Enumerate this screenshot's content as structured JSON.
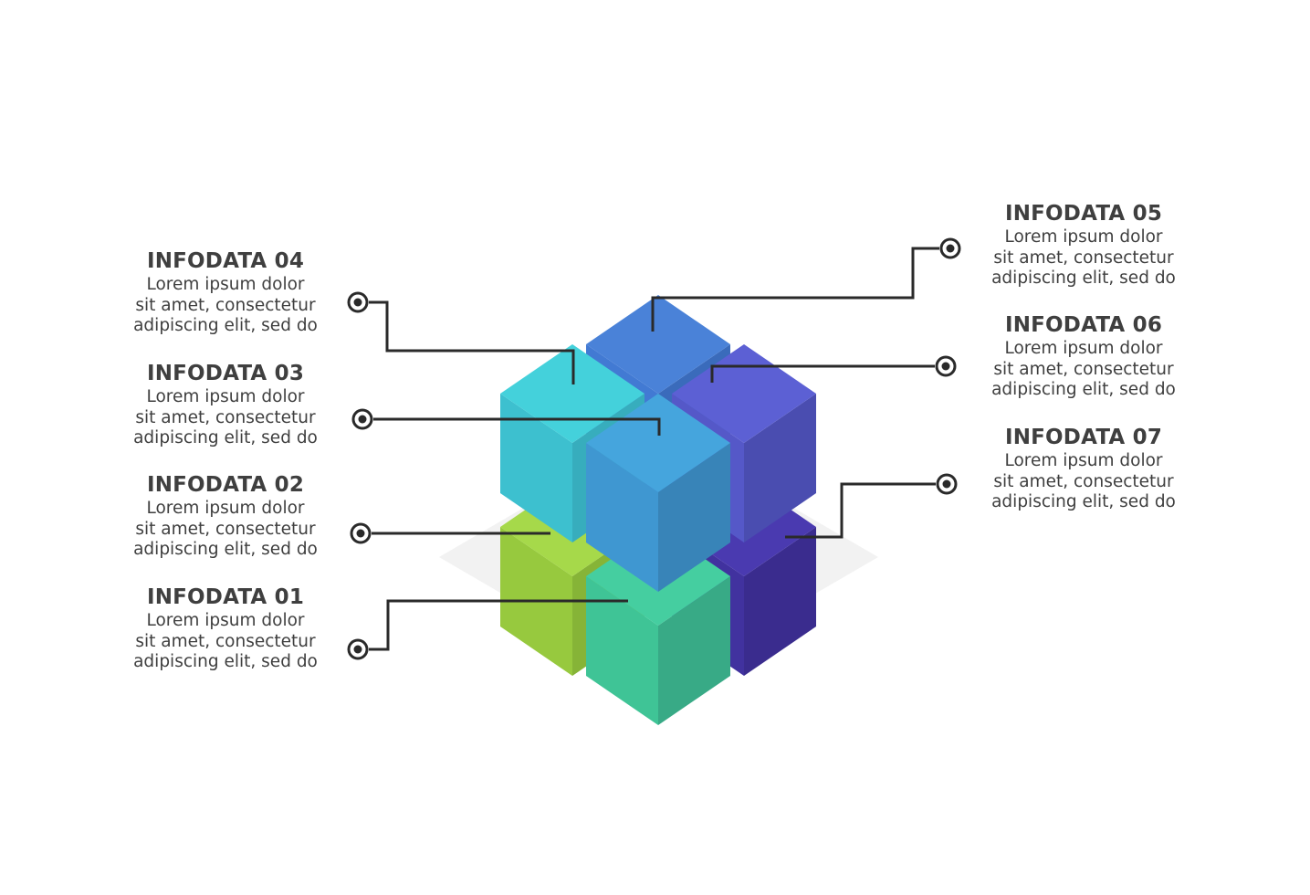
{
  "colors": {
    "background": "#ffffff",
    "text": "#3f3f3f",
    "connector": "#2a2a2a",
    "floor_shadow": "#f2f2f2"
  },
  "blocks": [
    {
      "id": "01",
      "top": "#45ceA0",
      "left": "#3fc496",
      "right": "#38aa86"
    },
    {
      "id": "02",
      "top": "#a6d94a",
      "left": "#97c93e",
      "right": "#86b437"
    },
    {
      "id": "03",
      "top": "#45a5dd",
      "left": "#3f97d1",
      "right": "#3884b8"
    },
    {
      "id": "04",
      "top": "#44d1db",
      "left": "#3dc0cf",
      "right": "#37adbd"
    },
    {
      "id": "05",
      "top": "#4a82d8",
      "left": "#427ad3",
      "right": "#3a6bbb"
    },
    {
      "id": "06",
      "top": "#5c60d4",
      "left": "#5558c8",
      "right": "#4a4db0"
    },
    {
      "id": "07",
      "top": "#4a3ab0",
      "left": "#41329f",
      "right": "#3a2c8e"
    }
  ],
  "items": [
    {
      "id": "01",
      "title": "INFODATA 01",
      "lines": [
        "Lorem ipsum dolor",
        "sit amet, consectetur",
        "adipiscing elit, sed do"
      ]
    },
    {
      "id": "02",
      "title": "INFODATA 02",
      "lines": [
        "Lorem ipsum dolor",
        "sit amet, consectetur",
        "adipiscing elit, sed do"
      ]
    },
    {
      "id": "03",
      "title": "INFODATA 03",
      "lines": [
        "Lorem ipsum dolor",
        "sit amet, consectetur",
        "adipiscing elit, sed do"
      ]
    },
    {
      "id": "04",
      "title": "INFODATA 04",
      "lines": [
        "Lorem ipsum dolor",
        "sit amet, consectetur",
        "adipiscing elit, sed do"
      ]
    },
    {
      "id": "05",
      "title": "INFODATA 05",
      "lines": [
        "Lorem ipsum dolor",
        "sit amet, consectetur",
        "adipiscing elit, sed do"
      ]
    },
    {
      "id": "06",
      "title": "INFODATA 06",
      "lines": [
        "Lorem ipsum dolor",
        "sit amet, consectetur",
        "adipiscing elit, sed do"
      ]
    },
    {
      "id": "07",
      "title": "INFODATA 07",
      "lines": [
        "Lorem ipsum dolor",
        "sit amet, consectetur",
        "adipiscing elit, sed do"
      ]
    }
  ]
}
